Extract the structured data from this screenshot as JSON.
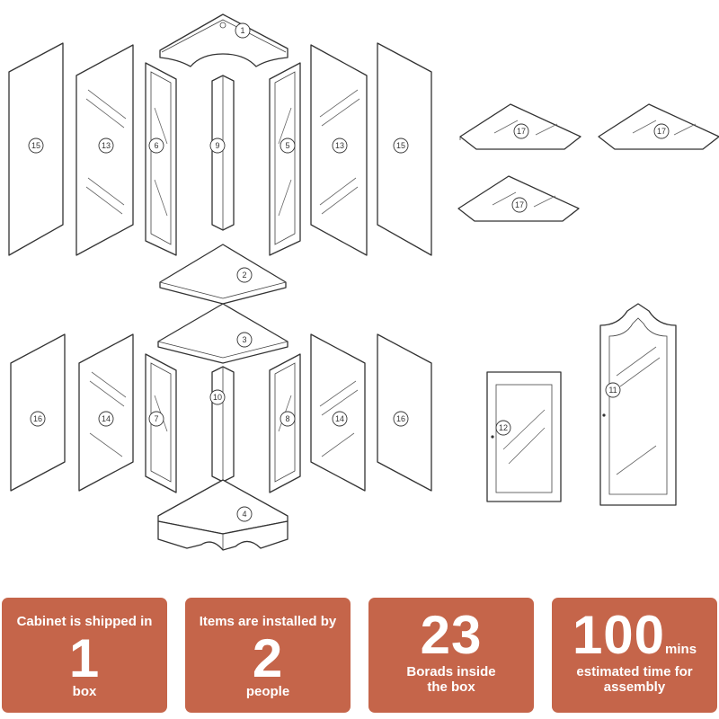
{
  "diagram": {
    "parts": [
      {
        "id": "part-1",
        "label": "1"
      },
      {
        "id": "part-2",
        "label": "2"
      },
      {
        "id": "part-3",
        "label": "3"
      },
      {
        "id": "part-4",
        "label": "4"
      },
      {
        "id": "part-5",
        "label": "5"
      },
      {
        "id": "part-6",
        "label": "6"
      },
      {
        "id": "part-7",
        "label": "7"
      },
      {
        "id": "part-8",
        "label": "8"
      },
      {
        "id": "part-9",
        "label": "9"
      },
      {
        "id": "part-10",
        "label": "10"
      },
      {
        "id": "part-11",
        "label": "11"
      },
      {
        "id": "part-12",
        "label": "12"
      },
      {
        "id": "part-13a",
        "label": "13"
      },
      {
        "id": "part-13b",
        "label": "13"
      },
      {
        "id": "part-14a",
        "label": "14"
      },
      {
        "id": "part-14b",
        "label": "14"
      },
      {
        "id": "part-15a",
        "label": "15"
      },
      {
        "id": "part-15b",
        "label": "15"
      },
      {
        "id": "part-16a",
        "label": "16"
      },
      {
        "id": "part-16b",
        "label": "16"
      },
      {
        "id": "part-17a",
        "label": "17"
      },
      {
        "id": "part-17b",
        "label": "17"
      },
      {
        "id": "part-17c",
        "label": "17"
      }
    ]
  },
  "stats": [
    {
      "top": "Cabinet is shipped in",
      "big": "1",
      "unit": "",
      "bottom": "box"
    },
    {
      "top": "Items are installed by",
      "big": "2",
      "unit": "",
      "bottom": "people"
    },
    {
      "top": "",
      "big": "23",
      "unit": "",
      "bottom": "Borads inside the box"
    },
    {
      "top": "",
      "big": "100",
      "unit": "mins",
      "bottom": "estimated time for assembly"
    }
  ],
  "colors": {
    "card": "#c5654a",
    "text": "#ffffff",
    "line": "#333333"
  }
}
